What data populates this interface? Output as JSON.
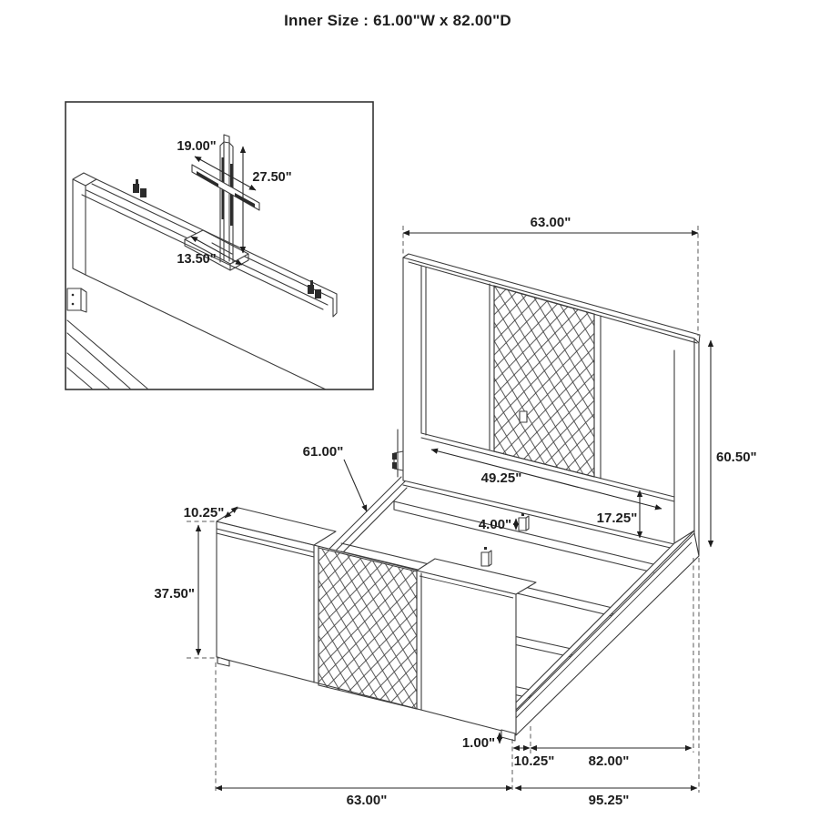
{
  "title": "Inner Size : 61.00\"W x 82.00\"D",
  "colors": {
    "line": "#3d3d3d",
    "text": "#1d1d1d",
    "background": "#ffffff"
  },
  "inset": {
    "d19_00": "19.00\"",
    "d27_50": "27.50\"",
    "d13_50": "13.50\""
  },
  "main": {
    "d63_top": "63.00\"",
    "d60_50": "60.50\"",
    "d61_00": "61.00\"",
    "d49_25": "49.25\"",
    "d17_25": "17.25\"",
    "d4_00": "4.00\"",
    "d10_25_top": "10.25\"",
    "d37_50": "37.50\"",
    "d1_00": "1.00\"",
    "d10_25_bottom": "10.25\"",
    "d82_00": "82.00\"",
    "d63_bottom": "63.00\"",
    "d95_25": "95.25\""
  }
}
